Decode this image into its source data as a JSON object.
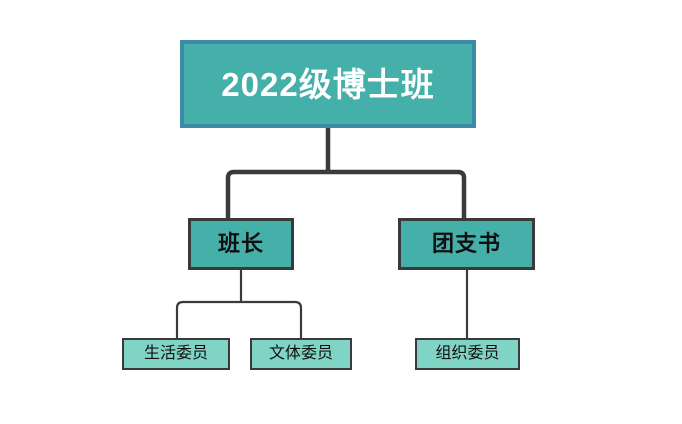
{
  "diagram": {
    "type": "organization-chart",
    "background_color": "#FFFFFF",
    "palette": {
      "node_fill_primary": "#45AFA9",
      "node_fill_secondary": "#80D4C6",
      "root_border": "#3D8BA8",
      "node_border": "#3A3A3A",
      "connector": "#3A3A3A",
      "root_text": "#FFFFFF",
      "node_text": "#101010"
    },
    "levels": [
      {
        "level": 1,
        "nodes": [
          {
            "id": "root",
            "label": "2022级博士班"
          }
        ]
      },
      {
        "level": 2,
        "nodes": [
          {
            "id": "banzhang",
            "label": "班长"
          },
          {
            "id": "tuanzhishu",
            "label": "团支书"
          }
        ]
      },
      {
        "level": 3,
        "nodes": [
          {
            "id": "shenghuo",
            "label": "生活委员"
          },
          {
            "id": "wenti",
            "label": "文体委员"
          },
          {
            "id": "zuzhi",
            "label": "组织委员"
          }
        ]
      }
    ],
    "edges": [
      {
        "from": "root",
        "to": "banzhang",
        "style": "elbow-thick"
      },
      {
        "from": "root",
        "to": "tuanzhishu",
        "style": "elbow-thick"
      },
      {
        "from": "banzhang",
        "to": "shenghuo",
        "style": "elbow-thin"
      },
      {
        "from": "banzhang",
        "to": "wenti",
        "style": "elbow-thin"
      },
      {
        "from": "tuanzhishu",
        "to": "zuzhi",
        "style": "straight-thin"
      }
    ]
  }
}
